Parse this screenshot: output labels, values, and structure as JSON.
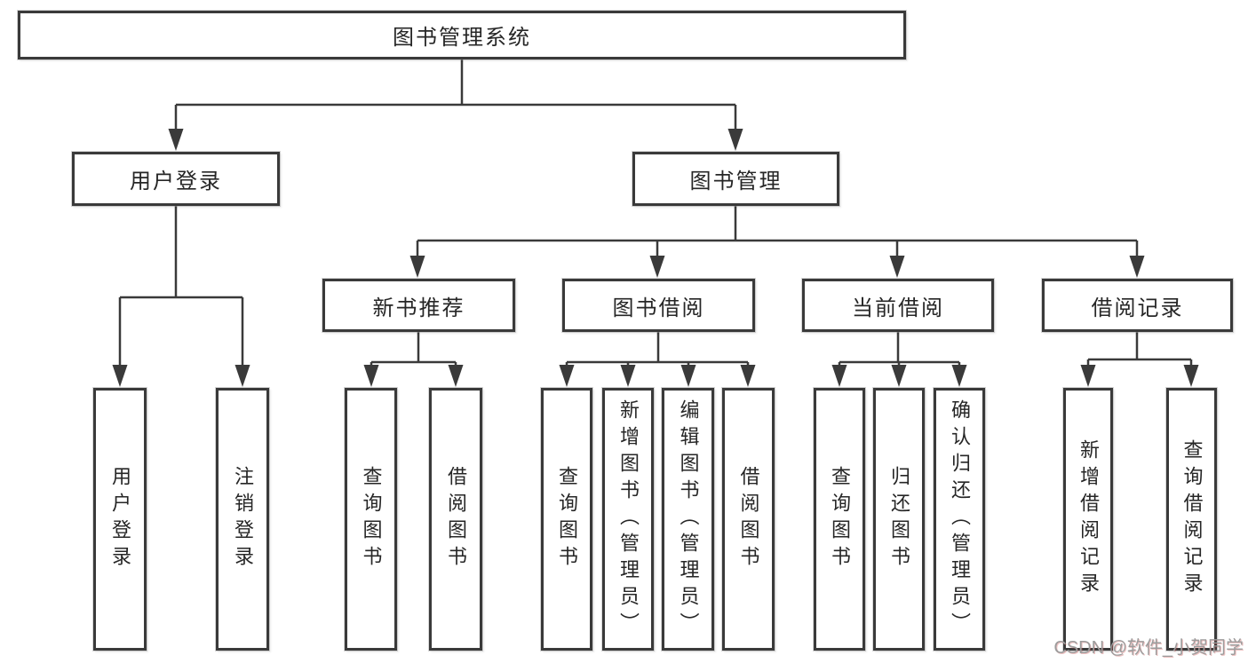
{
  "diagram": {
    "root": "图书管理系统",
    "level2": {
      "user_login": "用户登录",
      "book_mgmt": "图书管理"
    },
    "level3": {
      "new_rec": "新书推荐",
      "book_borrow": "图书借阅",
      "cur_borrow": "当前借阅",
      "records": "借阅记录"
    },
    "leaves": {
      "login": "用户登录",
      "logout": "注销登录",
      "rec_query": "查询图书",
      "rec_borrow": "借阅图书",
      "bb_query": "查询图书",
      "bb_add": "新增图书（管理员）",
      "bb_edit": "编辑图书（管理员）",
      "bb_borrow": "借阅图书",
      "cb_query": "查询图书",
      "cb_return": "归还图书",
      "cb_confirm": "确认归还（管理员）",
      "br_add": "新增借阅记录",
      "br_query": "查询借阅记录"
    }
  },
  "watermark": "CSDN @软件_小贺同学",
  "colors": {
    "line": "#3a3a3a",
    "text": "#262626",
    "background": "#ffffff",
    "watermark": "#9c9c9c"
  }
}
